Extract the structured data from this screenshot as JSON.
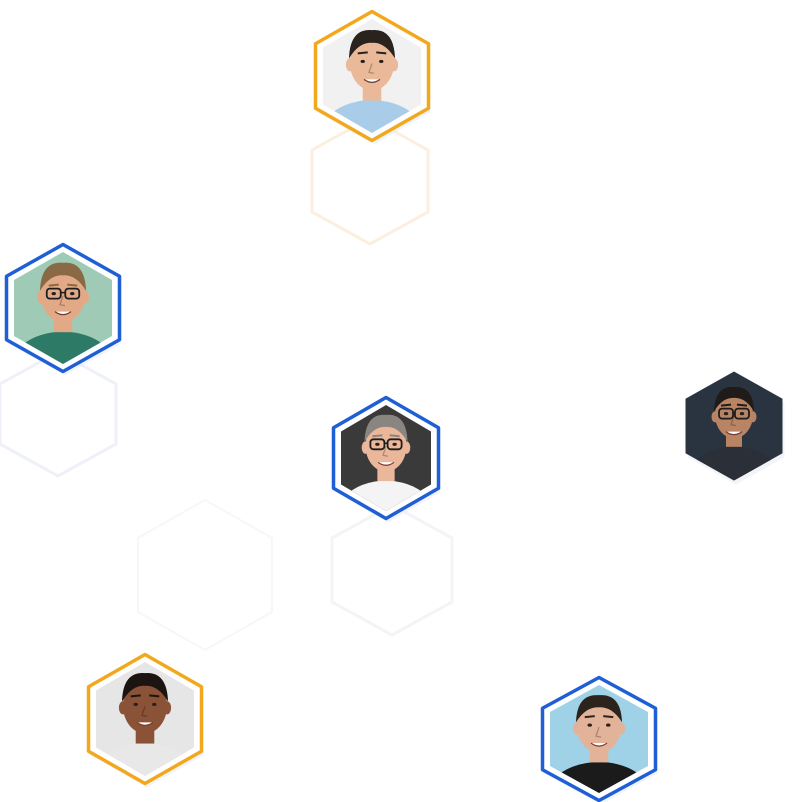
{
  "colors": {
    "orange": "#f2a81d",
    "blue": "#1f5fd6",
    "shadow": "#e9edf5"
  },
  "avatars": [
    {
      "id": "a1",
      "ring": "orange",
      "skin": "#e9b999",
      "hair": "#2a221c",
      "shirt": "#a9cde8",
      "bg": "#f1f1f1",
      "glasses": false
    },
    {
      "id": "a2",
      "ring": "blue",
      "skin": "#e2a987",
      "hair": "#8a6a45",
      "shirt": "#2d7a67",
      "bg": "#9fcbb6",
      "glasses": true
    },
    {
      "id": "a3",
      "ring": "blue",
      "skin": "#eab79a",
      "hair": "#8a8580",
      "shirt": "#f4f4f4",
      "bg": "#3a3a3a",
      "glasses": true
    },
    {
      "id": "a4",
      "ring": "none",
      "skin": "#b98464",
      "hair": "#1e1b19",
      "shirt": "#2b2f37",
      "bg": "#2a3440",
      "glasses": true
    },
    {
      "id": "a5",
      "ring": "orange",
      "skin": "#8a5236",
      "hair": "#1b1410",
      "shirt": "#e8e8e8",
      "bg": "#e6e6e6",
      "glasses": false
    },
    {
      "id": "a6",
      "ring": "blue",
      "skin": "#e2b299",
      "hair": "#2c231d",
      "shirt": "#1b1b1b",
      "bg": "#9fd2e6",
      "glasses": false
    }
  ]
}
